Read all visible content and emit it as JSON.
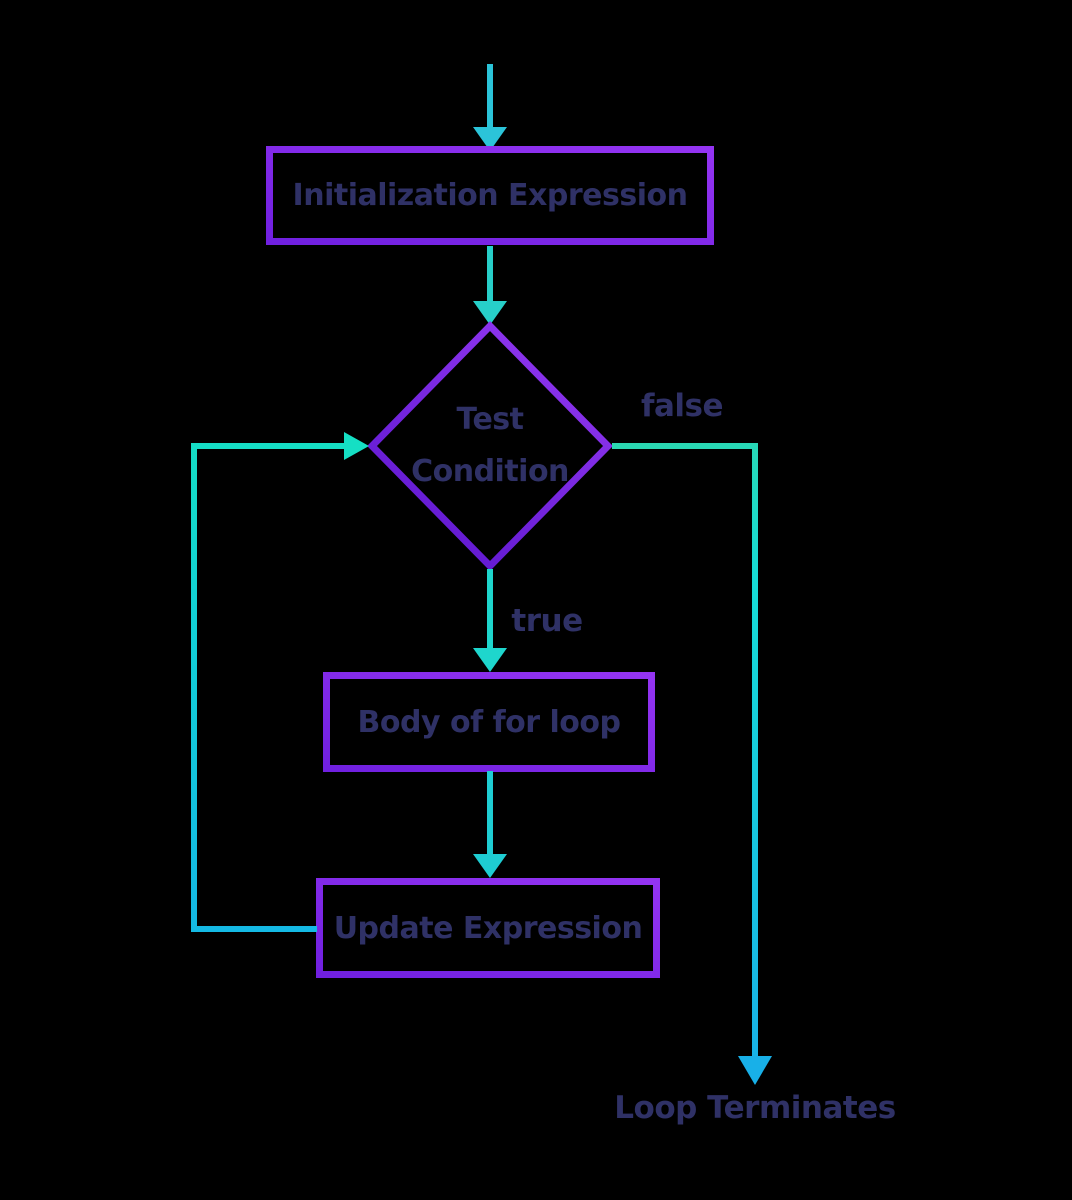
{
  "diagram": {
    "type": "flowchart",
    "subject": "for loop control flow",
    "nodes": {
      "init": {
        "label": "Initialization Expression",
        "shape": "rectangle"
      },
      "test": {
        "lines": [
          "Test",
          "Condition"
        ],
        "shape": "diamond"
      },
      "body": {
        "label": "Body of for loop",
        "shape": "rectangle"
      },
      "update": {
        "label": "Update Expression",
        "shape": "rectangle"
      }
    },
    "edges": {
      "false_label": "false",
      "true_label": "true",
      "terminate_label": "Loop Terminates"
    },
    "colors": {
      "background": "#000000",
      "node_border_purple": "#8227e8",
      "connector_cyan": "#1ecbd8",
      "text_navy": "#2f3166"
    }
  }
}
